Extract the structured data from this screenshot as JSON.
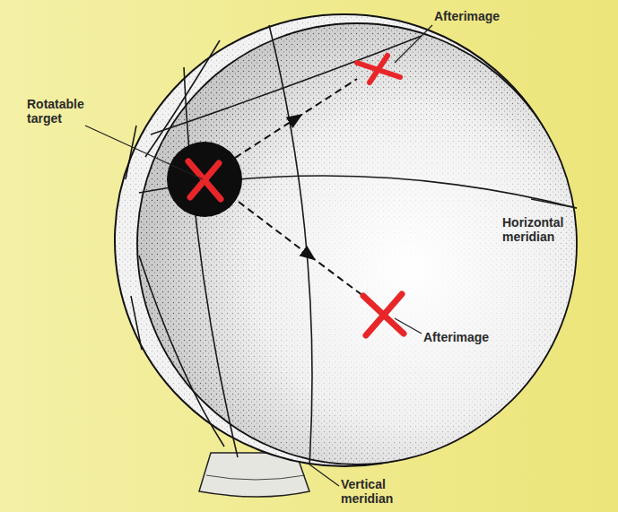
{
  "diagram": {
    "labels": [
      "Afterimage",
      "Rotatable target",
      "Horizontal meridian",
      "Afterimage",
      "Vertical meridian"
    ]
  }
}
